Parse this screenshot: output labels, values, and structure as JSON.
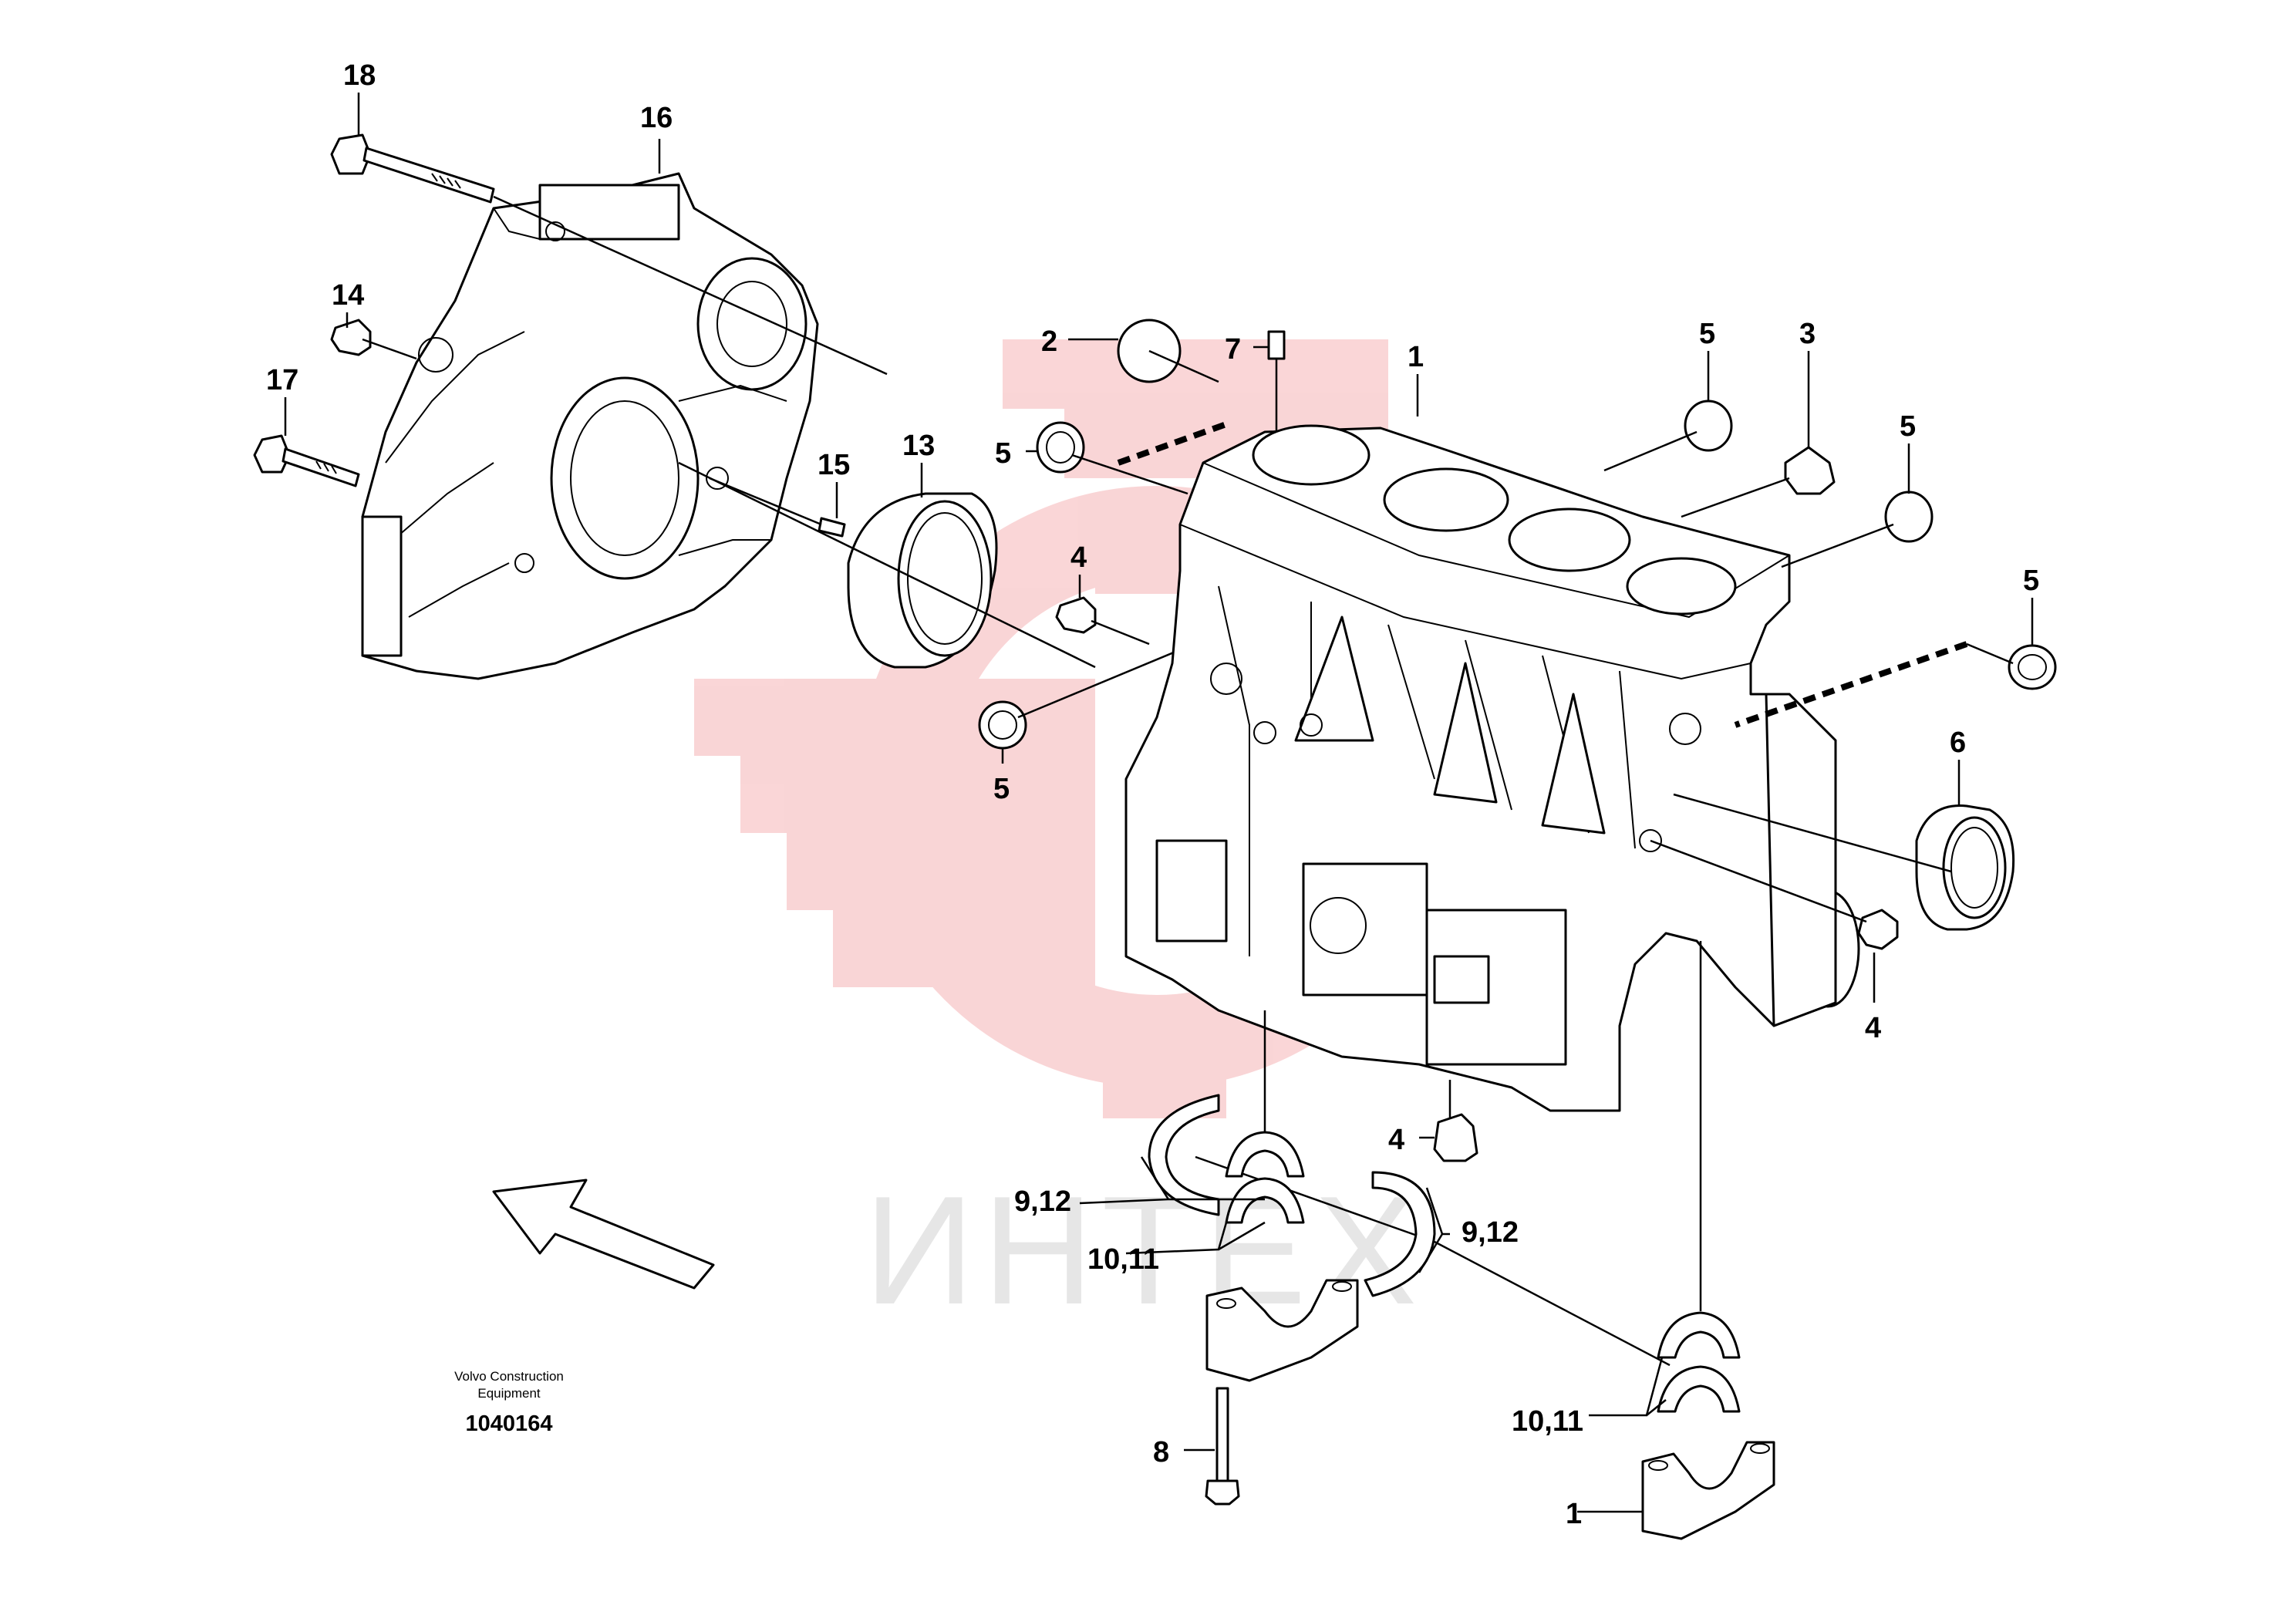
{
  "caption": {
    "company_line1": "Volvo Construction",
    "company_line2": "Equipment",
    "doc_number": "1040164"
  },
  "watermark": {
    "text": "ИНТЕХ",
    "color": "#e8464a"
  },
  "callouts": {
    "c18": "18",
    "c16": "16",
    "c14": "14",
    "c17": "17",
    "c15": "15",
    "c13": "13",
    "c2": "2",
    "c7": "7",
    "c1_top": "1",
    "c5_a": "5",
    "c3": "3",
    "c5_b": "5",
    "c5_c": "5",
    "c5_d": "5",
    "c5_e": "5",
    "c4_a": "4",
    "c6": "6",
    "c4_b": "4",
    "c4_c": "4",
    "c912_a": "9,12",
    "c1011_a": "10,11",
    "c912_b": "9,12",
    "c1011_b": "10,11",
    "c8": "8",
    "c1_bottom": "1"
  }
}
